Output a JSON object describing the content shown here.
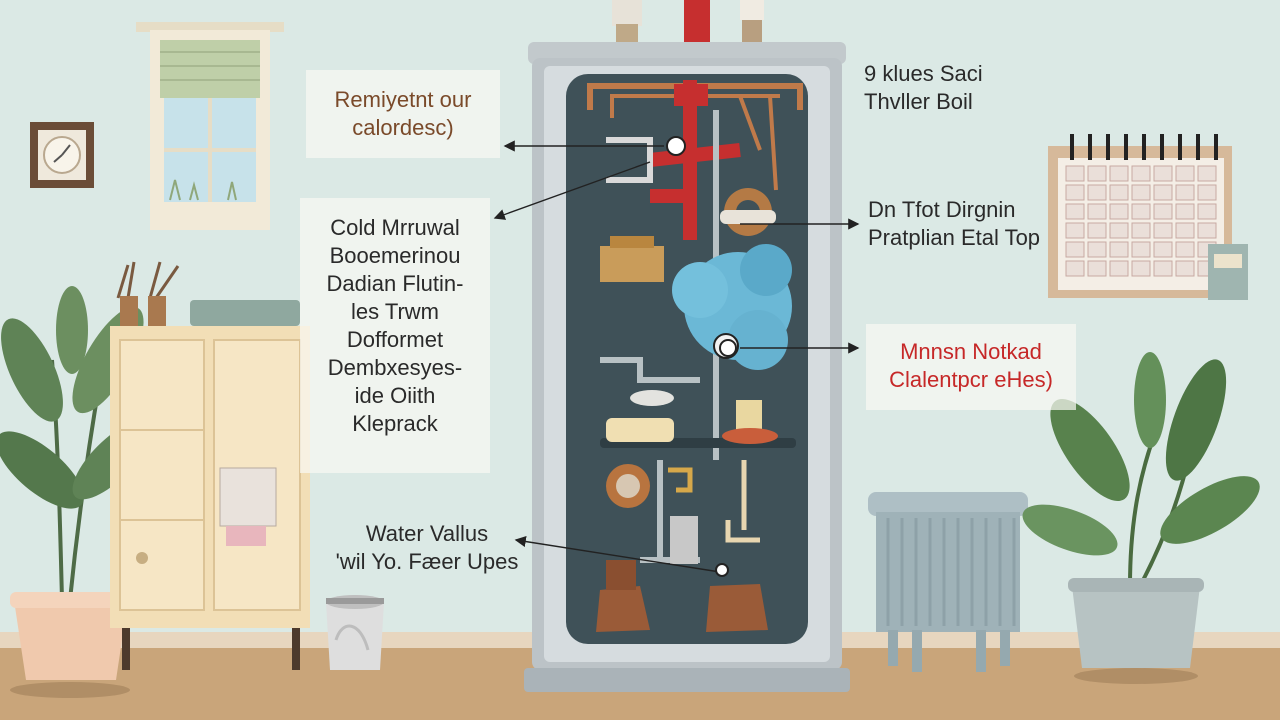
{
  "labels": {
    "top_left": {
      "lines": [
        "Remiyetnt our",
        "calordesc)"
      ]
    },
    "left_middle": {
      "lines": [
        "Cold Mrruwal",
        "Booemerinou",
        "Dadian Flutin-",
        "les Trwm",
        "Dofformet",
        "Dembxesyes-",
        "ide Oiith",
        "Kleprack"
      ]
    },
    "bottom_left": {
      "lines": [
        "Water Vallus",
        "'wil Yo. Fæer Upes"
      ]
    },
    "top_right": {
      "lines": [
        "9 klues Saci",
        "Thvller Boil"
      ]
    },
    "right_middle": {
      "lines": [
        "Dn Tfot Dirgnin",
        "Pratplian Etal Top"
      ]
    },
    "right_lower": {
      "lines": [
        "Mnnsn Notkad",
        "Clalentpcr eHes)"
      ]
    }
  },
  "colors": {
    "wall": "#dbe9e5",
    "floor": "#c9a57a",
    "cabinet_frame": "#b7bfc3",
    "cabinet_inner": "#3f5158",
    "hot_pipe": "#c62f2f",
    "copper_pipe": "#c07a4a",
    "accent_blue": "#6bb8d6",
    "red_text": "#c62828"
  },
  "icons": [
    "window",
    "wall-clock",
    "calendar",
    "plant",
    "cabinet",
    "bucket",
    "radiator",
    "ceramic-pot",
    "boiler-cabinet"
  ]
}
